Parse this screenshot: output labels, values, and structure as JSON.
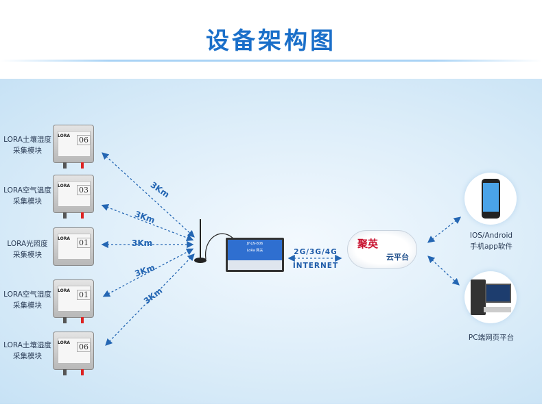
{
  "title": "设备架构图",
  "sensors": [
    {
      "label1": "LORA土壤湿度",
      "label2": "采集模块",
      "code": "06"
    },
    {
      "label1": "LORA空气温度",
      "label2": "采集模块",
      "code": "03"
    },
    {
      "label1": "LORA光照度",
      "label2": "采集模块",
      "code": "01"
    },
    {
      "label1": "LORA空气湿度",
      "label2": "采集模块",
      "code": "01"
    },
    {
      "label1": "LORA土壤湿度",
      "label2": "采集模块",
      "code": "06"
    }
  ],
  "sensor_face_text": "LORA",
  "distances": [
    "3Km",
    "3Km",
    "3Km",
    "3Km",
    "3Km"
  ],
  "gateway": {
    "model": "JY-LN-806",
    "name": "LoRa 网关"
  },
  "link": {
    "top": "2G/3G/4G",
    "bottom": "INTERNET"
  },
  "cloud": {
    "brand": "聚英",
    "subtitle": "云平台"
  },
  "clients": [
    {
      "label1": "IOS/Android",
      "label2": "手机app软件"
    },
    {
      "label1": "PC端网页平台"
    }
  ],
  "colors": {
    "title": "#1a6fc9",
    "arrow": "#2466b3"
  }
}
